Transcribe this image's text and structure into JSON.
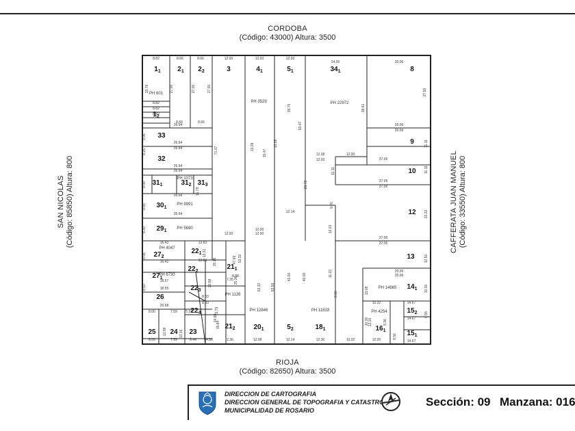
{
  "streets": {
    "top": {
      "name": "CORDOBA",
      "info": "(Código: 43000) Altura: 3500"
    },
    "bottom": {
      "name": "RIOJA",
      "info": "(Código: 82650) Altura: 3500"
    },
    "left": {
      "name": "SAN NICOLAS",
      "info": "(Código: 85850) Altura: 800"
    },
    "right": {
      "name": "CAFFERATA JUAN MANUEL",
      "info": "(Código: 33550) Altura: 800"
    }
  },
  "lots": [
    {
      "id": "1_1",
      "num": "1",
      "sub": "1"
    },
    {
      "id": "2_1",
      "num": "2",
      "sub": "1"
    },
    {
      "id": "2_2",
      "num": "2",
      "sub": "2"
    },
    {
      "id": "3",
      "num": "3",
      "sub": ""
    },
    {
      "id": "4_1",
      "num": "4",
      "sub": "1"
    },
    {
      "id": "5_1",
      "num": "5",
      "sub": "1"
    },
    {
      "id": "34_1",
      "num": "34",
      "sub": "1"
    },
    {
      "id": "8",
      "num": "8",
      "sub": ""
    },
    {
      "id": "1_2",
      "num": "1",
      "sub": "2"
    },
    {
      "id": "33",
      "num": "33",
      "sub": ""
    },
    {
      "id": "9",
      "num": "9",
      "sub": ""
    },
    {
      "id": "32",
      "num": "32",
      "sub": ""
    },
    {
      "id": "10",
      "num": "10",
      "sub": ""
    },
    {
      "id": "31_1",
      "num": "31",
      "sub": "1"
    },
    {
      "id": "31_2",
      "num": "31",
      "sub": "2"
    },
    {
      "id": "31_3",
      "num": "31",
      "sub": "3"
    },
    {
      "id": "30_1",
      "num": "30",
      "sub": "1"
    },
    {
      "id": "12",
      "num": "12",
      "sub": ""
    },
    {
      "id": "29_1",
      "num": "29",
      "sub": "1"
    },
    {
      "id": "27_2",
      "num": "27",
      "sub": "2"
    },
    {
      "id": "22_1",
      "num": "22",
      "sub": "1"
    },
    {
      "id": "13",
      "num": "13",
      "sub": ""
    },
    {
      "id": "21_1",
      "num": "21",
      "sub": "1"
    },
    {
      "id": "27_1",
      "num": "27",
      "sub": "1"
    },
    {
      "id": "22_2",
      "num": "22",
      "sub": "2"
    },
    {
      "id": "14_1",
      "num": "14",
      "sub": "1"
    },
    {
      "id": "22_3",
      "num": "22",
      "sub": "3"
    },
    {
      "id": "26",
      "num": "26",
      "sub": ""
    },
    {
      "id": "15_2",
      "num": "15",
      "sub": "2"
    },
    {
      "id": "22_4",
      "num": "22",
      "sub": "4"
    },
    {
      "id": "25",
      "num": "25",
      "sub": ""
    },
    {
      "id": "24",
      "num": "24",
      "sub": ""
    },
    {
      "id": "23",
      "num": "23",
      "sub": ""
    },
    {
      "id": "21_2",
      "num": "21",
      "sub": "2"
    },
    {
      "id": "20_1",
      "num": "20",
      "sub": "1"
    },
    {
      "id": "5_2",
      "num": "5",
      "sub": "2"
    },
    {
      "id": "18_1",
      "num": "18",
      "sub": "1"
    },
    {
      "id": "16_1",
      "num": "16",
      "sub": "1"
    },
    {
      "id": "15_1",
      "num": "15",
      "sub": "1"
    }
  ],
  "ph_labels": [
    "PH 601",
    "PH 3529",
    "PH 22972",
    "PH 1073",
    "PH 9991",
    "PH 5690",
    "PH 4047",
    "PH 6730",
    "PH 1138",
    "PH 12846",
    "PH 11833",
    "PH 14665",
    "PH 4254"
  ],
  "measures": [
    "8.82",
    "8.66",
    "8.66",
    "12.00",
    "12.00",
    "12.00",
    "24.00",
    "25.06",
    "8.82",
    "8.82",
    "8.82",
    "8.66",
    "8.66",
    "26.94",
    "26.94",
    "26.94",
    "26.94",
    "26.94",
    "26.94",
    "26.94",
    "25.06",
    "25.06",
    "37.06",
    "37.06",
    "37.06",
    "37.06",
    "37.06",
    "25.06",
    "25.06",
    "16.42",
    "16.42",
    "18.57",
    "18.55",
    "20.68",
    "13.83",
    "13.83",
    "8.88",
    "8.83",
    "8.93",
    "14.67",
    "14.67",
    "14.67",
    "8.00",
    "7.59",
    "5.18",
    "8.00",
    "7.59",
    "8.44",
    "4.36",
    "12.00",
    "12.00",
    "12.00",
    "12.08",
    "12.14",
    "12.14",
    "12.30",
    "10.32",
    "10.32",
    "12.00",
    "12.38",
    "12.00",
    "12.00",
    "7.35",
    "2.36",
    "33.76",
    "27.00",
    "27.00",
    "27.00",
    "39.75",
    "38.61",
    "27.50",
    "71.07",
    "13.28",
    "15.47",
    "13.28",
    "53.47",
    "23.72",
    "11.11",
    "11.11",
    "11.11",
    "22.22",
    "12.50",
    "10.30",
    "13.08",
    "15.79",
    "15.16",
    "47.69",
    "53.32",
    "53.32",
    "53.59",
    "43.00",
    "40.00",
    "11.22",
    "8.00",
    "8.60",
    "8.00",
    "8.25",
    "8.30",
    "8.66",
    "8.06",
    "8.06",
    "13.08",
    "13.16",
    "13.16",
    "8.36",
    "8.56",
    "6.55",
    "10.30",
    "12.03",
    "9.76",
    "25.36",
    "24.88",
    "15.84",
    "15.79",
    "20.58",
    "13.31",
    "9.50"
  ],
  "footer": {
    "org": [
      "DIRECCION DE CARTOGRAFIA",
      "DIRECCION GENERAL DE TOPOGRAFIA Y CATASTRO",
      "MUNICIPALIDAD DE ROSARIO"
    ],
    "seccion": "Sección: 09",
    "manzana": "Manzana: 016"
  },
  "colors": {
    "ink": "#222222",
    "seal": "#2a6fb5"
  }
}
